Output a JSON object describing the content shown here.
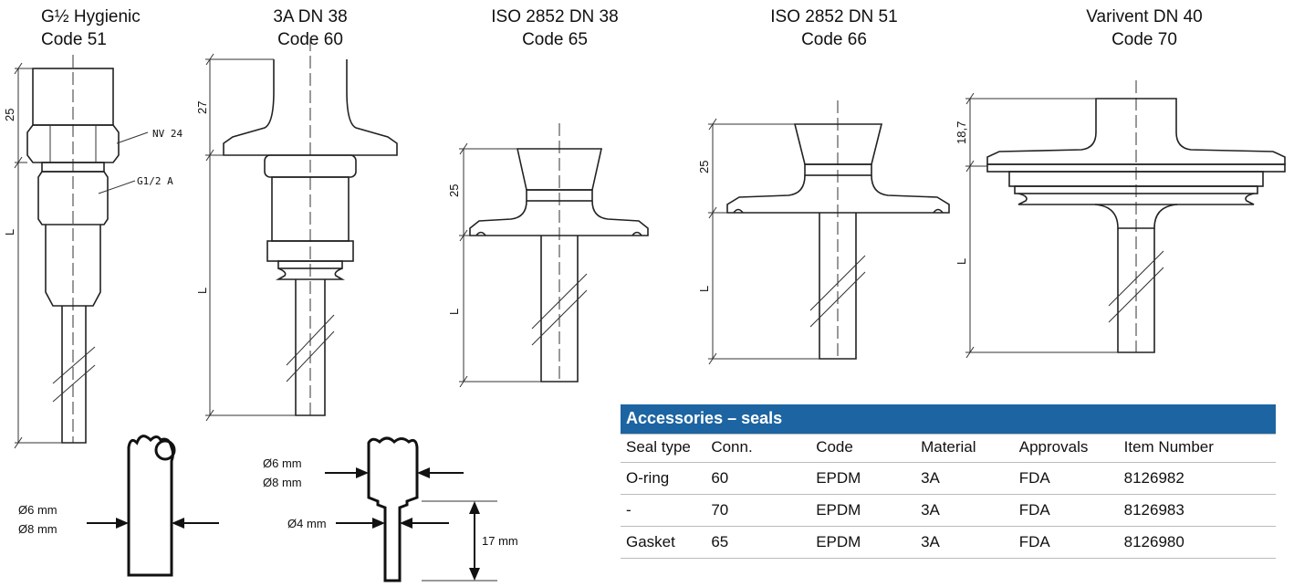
{
  "connections": [
    {
      "name": "G½ Hygienic",
      "code": "Code 51",
      "dims": {
        "top": "25",
        "length": "L"
      },
      "annotations": [
        "NV 24",
        "G1/2 A"
      ]
    },
    {
      "name": "3A DN 38",
      "code": "Code 60",
      "dims": {
        "top": "27",
        "length": "L"
      }
    },
    {
      "name": "ISO 2852 DN 38",
      "code": "Code 65",
      "dims": {
        "top": "25",
        "length": "L"
      }
    },
    {
      "name": "ISO 2852 DN 51",
      "code": "Code 66",
      "dims": {
        "top": "25",
        "length": "L"
      }
    },
    {
      "name": "Varivent DN 40",
      "code": "Code 70",
      "dims": {
        "top": "18,7",
        "length": "L"
      }
    }
  ],
  "tip_details": {
    "straight": {
      "diameter_lines": [
        "Ø6 mm",
        "Ø8 mm"
      ]
    },
    "reduced": {
      "diameter_lines": [
        "Ø6 mm",
        "Ø8 mm"
      ],
      "tip_diameter": "Ø4 mm",
      "tip_length": "17 mm"
    }
  },
  "seals_table": {
    "title": "Accessories – seals",
    "headers": [
      "Seal type",
      "Conn.",
      "Code",
      "Material",
      "Approvals",
      "Item Number"
    ],
    "rows": [
      [
        "O-ring",
        "60",
        "EPDM",
        "3A",
        "FDA",
        "8126982"
      ],
      [
        "-",
        "70",
        "EPDM",
        "3A",
        "FDA",
        "8126983"
      ],
      [
        "Gasket",
        "65",
        "EPDM",
        "3A",
        "FDA",
        "8126980"
      ]
    ],
    "header_color": "#1c64a2"
  }
}
